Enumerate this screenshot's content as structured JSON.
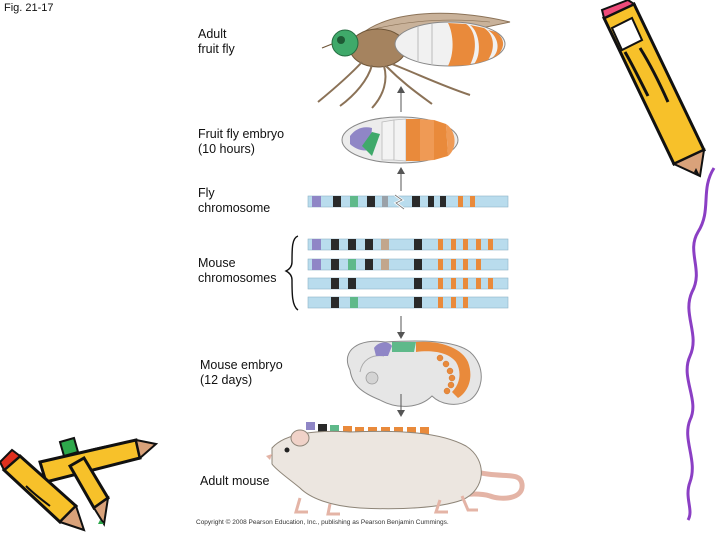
{
  "figure": {
    "label": "Fig. 21-17"
  },
  "labels": {
    "adult_fruit_fly": "Adult\nfruit fly",
    "fruit_fly_embryo": "Fruit fly embryo\n(10 hours)",
    "fly_chromosome": "Fly\nchromosome",
    "mouse_chromosomes": "Mouse\nchromosomes",
    "mouse_embryo": "Mouse embryo\n(12 days)",
    "adult_mouse": "Adult mouse"
  },
  "footer": {
    "copyright": "Copyright © 2008 Pearson Education, Inc., publishing as Pearson Benjamin Cummings."
  },
  "colors": {
    "purple": "#8f86c6",
    "black": "#2a2a2a",
    "green": "#5fb98a",
    "tan": "#c2a68c",
    "light_blue": "#b9dced",
    "orange": "#e98a3b",
    "gray": "#9aa1a8"
  },
  "decorations": [
    "pencil-clipart-icon",
    "crayons-clipart-icon"
  ]
}
